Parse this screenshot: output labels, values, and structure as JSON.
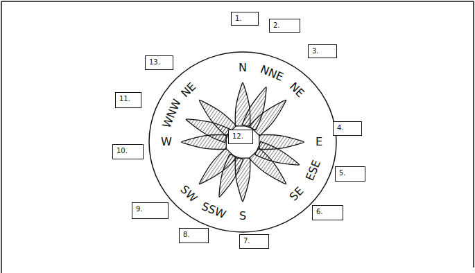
{
  "diagram": {
    "nodes": [
      {
        "text": [
          "1."
        ]
      },
      {
        "text": [
          "2."
        ]
      },
      {
        "text": [
          "3."
        ]
      },
      {
        "text": [
          "4."
        ]
      },
      {
        "text": [
          "5."
        ]
      },
      {
        "text": [
          "6."
        ]
      },
      {
        "text": [
          "7."
        ]
      },
      {
        "text": [
          "8."
        ]
      },
      {
        "text": [
          "9."
        ]
      },
      {
        "text": [
          "10."
        ]
      },
      {
        "text": [
          "11."
        ]
      },
      {
        "text": [
          "12."
        ]
      },
      {
        "text": [
          "13."
        ]
      }
    ],
    "labels": [
      "N",
      "NNE",
      "NE",
      "E",
      "ESE",
      "SE",
      "S",
      "SSW",
      "SW",
      "W",
      "WNW",
      "NE"
    ]
  }
}
